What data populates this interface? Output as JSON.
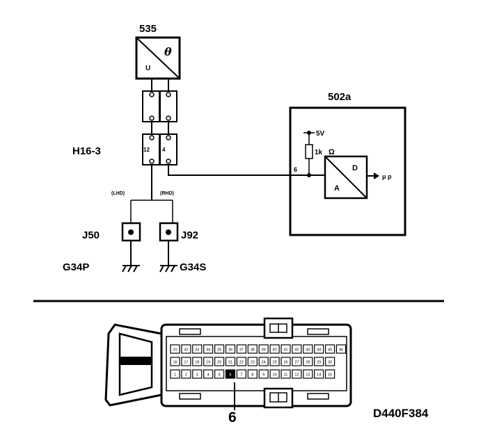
{
  "schematic": {
    "sensor": {
      "id": "535",
      "theta": "θ",
      "u": "U"
    },
    "connector": {
      "id": "H16-3",
      "pin_left": "12",
      "pin_right": "4"
    },
    "split_labels": {
      "lhd": "(LHD)",
      "rhd": "(RHD)"
    },
    "grounds": [
      {
        "junction": "J50",
        "ground": "G34P"
      },
      {
        "junction": "J92",
        "ground": "G34S"
      }
    ],
    "ecu": {
      "id": "502a",
      "supply": "5V",
      "resistor": "1k",
      "ohm": "Ω",
      "pin": "6",
      "converter_d": "D",
      "converter_a": "A",
      "output": "μ p"
    }
  },
  "connector_view": {
    "pin_rows": [
      [
        "31",
        "32",
        "33",
        "34",
        "35",
        "36",
        "37",
        "38",
        "39",
        "40",
        "41",
        "42",
        "43",
        "44",
        "45",
        "46"
      ],
      [
        "16",
        "17",
        "18",
        "19",
        "20",
        "21",
        "22",
        "23",
        "24",
        "25",
        "26",
        "27",
        "28",
        "29",
        "30"
      ],
      [
        "1",
        "2",
        "3",
        "4",
        "5",
        "6",
        "7",
        "8",
        "9",
        "10",
        "11",
        "12",
        "13",
        "14",
        "15"
      ]
    ],
    "highlight_pin": "6",
    "callout": "6"
  },
  "figure_code": "D440F384"
}
